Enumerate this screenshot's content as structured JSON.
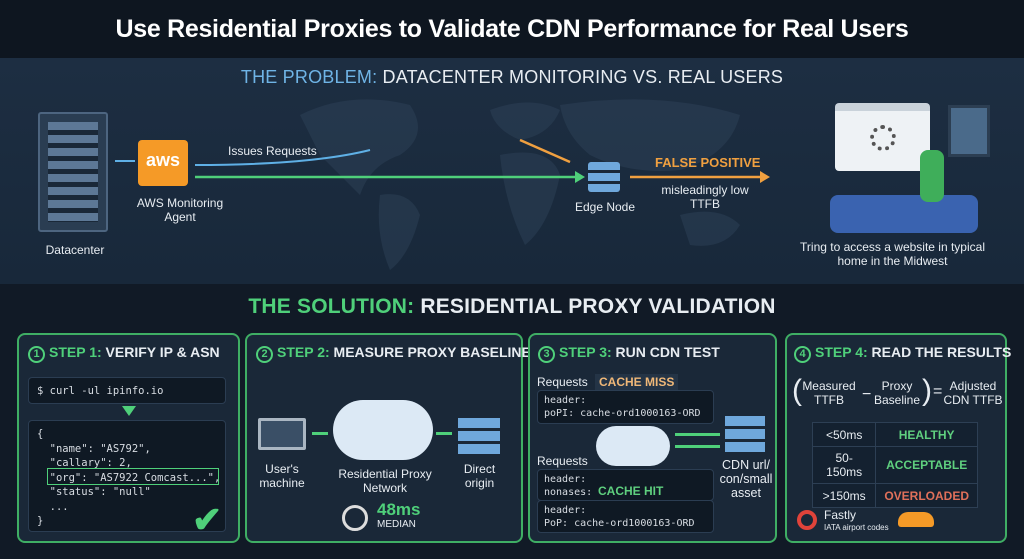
{
  "title": "Use Residential Proxies to Validate CDN Performance for Real Users",
  "problem": {
    "heading_prefix": "THE PROBLEM:",
    "heading_rest": "DATACENTER MONITORING VS. REAL USERS",
    "datacenter": "Datacenter",
    "aws_logo": "aws",
    "aws_agent": "AWS Monitoring Agent",
    "issues": "Issues Requests",
    "edge": "Edge Node",
    "false_positive": "FALSE POSITIVE",
    "low_ttfb": "misleadingly low TTFB",
    "user_caption": "Tring to access a website in typical home in the Midwest"
  },
  "solution": {
    "heading_prefix": "THE SOLUTION:",
    "heading_rest": "RESIDENTIAL PROXY VALIDATION"
  },
  "step1": {
    "num": "1",
    "prefix": "STEP 1:",
    "title": "VERIFY IP & ASN",
    "command": "$ curl -ul ipinfo.io",
    "json_lines": [
      "{",
      "  \"name\": \"AS792\",",
      "  \"callary\": 2,",
      "  \"org\": \"AS7922 Comcast...\",",
      "  \"status\": \"null\"",
      "  ...",
      "}"
    ]
  },
  "step2": {
    "num": "2",
    "prefix": "STEP 2:",
    "title": "MEASURE PROXY BASELINE",
    "user": "User's machine",
    "network": "Residential Proxy Network",
    "origin": "Direct origin",
    "median_value": "48ms",
    "median_label": "MEDIAN"
  },
  "step3": {
    "num": "3",
    "prefix": "STEP 3:",
    "title": "RUN CDN TEST",
    "requests1": "Requests",
    "cache_miss": "CACHE MISS",
    "miss_code": "header:\npoPI: cache-ord1000163-ORD",
    "requests2": "Requests",
    "hit_code1": "header:\nnonases:",
    "cache_hit": "CACHE HIT",
    "hit_code2": "header:\nPoP: cache-ord1000163-ORD",
    "cdn_label": "CDN url/ con/small asset"
  },
  "step4": {
    "num": "4",
    "prefix": "STEP 4:",
    "title": "READ THE RESULTS",
    "measured": "Measured TTFB",
    "minus": "−",
    "proxy": "Proxy Baseline",
    "equals": "=",
    "adjusted": "Adjusted CDN TTFB",
    "rows": [
      {
        "range": "<50ms",
        "status": "HEALTHY",
        "color": "#5fd07f"
      },
      {
        "range": "50-150ms",
        "status": "ACCEPTABLE",
        "color": "#5fd07f"
      },
      {
        "range": ">150ms",
        "status": "OVERLOADED",
        "color": "#e0705a"
      }
    ],
    "fastly": "Fastly",
    "iata": "IATA airport codes"
  }
}
